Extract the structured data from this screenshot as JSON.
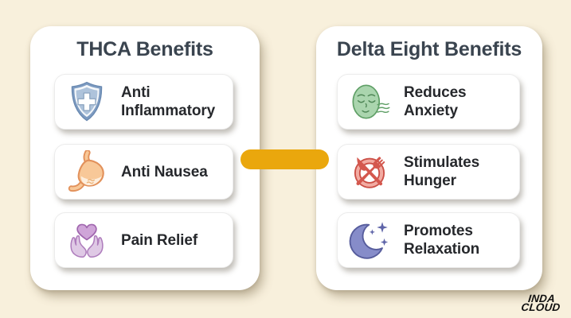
{
  "infographic": {
    "background_color": "#f8f0dc",
    "connector_color": "#eaa70d",
    "title_color": "#3a444f",
    "text_color": "#26282c",
    "left_panel": {
      "title": "THCA Benefits",
      "items": [
        {
          "icon": "shield-cross",
          "lines": [
            "Anti",
            "Inflammatory"
          ]
        },
        {
          "icon": "stomach",
          "lines": [
            "Anti Nausea",
            ""
          ]
        },
        {
          "icon": "hands-heart",
          "lines": [
            "Pain Relief",
            ""
          ]
        }
      ]
    },
    "right_panel": {
      "title": "Delta Eight Benefits",
      "items": [
        {
          "icon": "calm-face",
          "lines": [
            "Reduces",
            "Anxiety"
          ]
        },
        {
          "icon": "crossed-utensils",
          "lines": [
            "Stimulates",
            "Hunger"
          ]
        },
        {
          "icon": "moon-stars",
          "lines": [
            "Promotes",
            "Relaxation"
          ]
        }
      ]
    },
    "logo": {
      "line1": "INDA",
      "line2": "CLOUD"
    }
  }
}
